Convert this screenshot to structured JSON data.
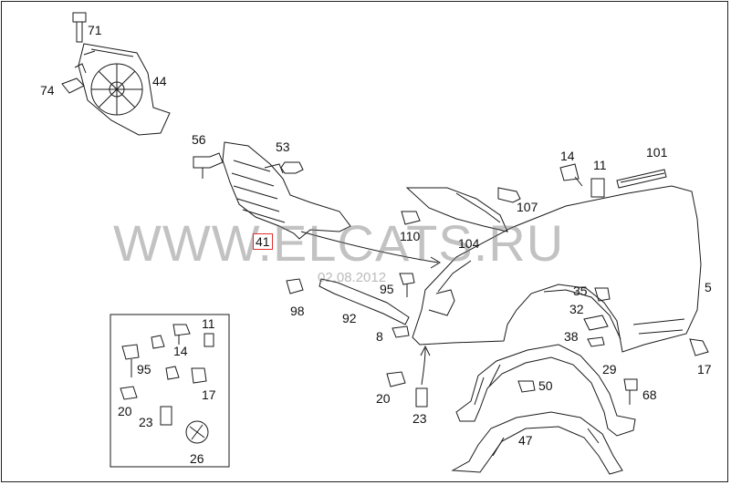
{
  "watermark": {
    "text": "WWW.ELCATS.RU",
    "date": "02.08.2012"
  },
  "callouts": {
    "c71": "71",
    "c74": "74",
    "c44": "44",
    "c56": "56",
    "c53": "53",
    "c14": "14",
    "c11": "11",
    "c101": "101",
    "c107": "107",
    "c110": "110",
    "c104": "104",
    "c41": "41",
    "c95": "95",
    "c98": "98",
    "c92": "92",
    "c8": "8",
    "c35": "35",
    "c32": "32",
    "c38": "38",
    "c5": "5",
    "c29": "29",
    "c50": "50",
    "c68": "68",
    "c17": "17",
    "c20": "20",
    "c23": "23",
    "c47": "47"
  },
  "inset": {
    "c11": "11",
    "c14": "14",
    "c95": "95",
    "c17": "17",
    "c20": "20",
    "c23": "23",
    "c26": "26"
  },
  "colors": {
    "highlight": "#e23030",
    "line": "#1a1a1a"
  }
}
